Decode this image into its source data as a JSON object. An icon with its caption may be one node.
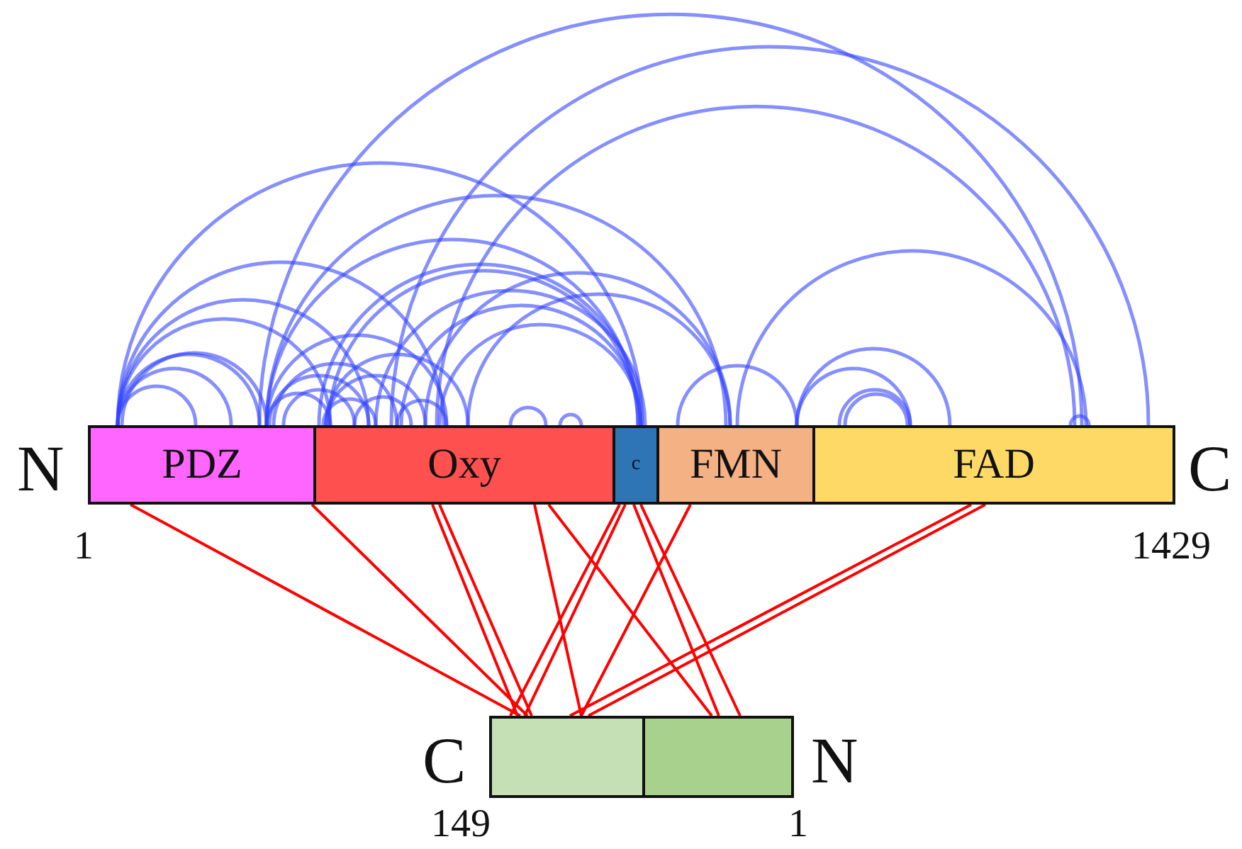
{
  "diagram": {
    "nodes": [
      {
        "text": [
          "PDZ"
        ]
      },
      {
        "text": [
          "Oxy"
        ]
      },
      {
        "text": [
          "c"
        ]
      },
      {
        "text": [
          "FMN"
        ]
      },
      {
        "text": [
          "FAD"
        ]
      },
      {
        "text": [],
        "shape": "box"
      },
      {
        "text": [],
        "shape": "box"
      }
    ],
    "edges": [
      {
        "from": 0,
        "to": 0,
        "arrow": "none"
      },
      {
        "from": 0,
        "to": 0,
        "arrow": "none"
      },
      {
        "from": 0,
        "to": 0,
        "arrow": "none"
      },
      {
        "from": 0,
        "to": 0,
        "arrow": "none"
      },
      {
        "from": 0,
        "to": 1,
        "arrow": "none"
      },
      {
        "from": 0,
        "to": 1,
        "arrow": "none"
      },
      {
        "from": 0,
        "to": 1,
        "arrow": "none"
      },
      {
        "from": 0,
        "to": 1,
        "arrow": "none"
      },
      {
        "from": 0,
        "to": 1,
        "arrow": "none"
      },
      {
        "from": 0,
        "to": 1,
        "arrow": "none"
      },
      {
        "from": 0,
        "to": 1,
        "arrow": "none"
      },
      {
        "from": 0,
        "to": 1,
        "arrow": "none"
      },
      {
        "from": 0,
        "to": 2,
        "arrow": "none"
      },
      {
        "from": 0,
        "to": 2,
        "arrow": "none"
      },
      {
        "from": 0,
        "to": 3,
        "arrow": "none"
      },
      {
        "from": 0,
        "to": 4,
        "arrow": "none"
      },
      {
        "from": 1,
        "to": 1,
        "arrow": "none"
      },
      {
        "from": 1,
        "to": 1,
        "arrow": "none"
      },
      {
        "from": 1,
        "to": 1,
        "arrow": "none"
      },
      {
        "from": 1,
        "to": 1,
        "arrow": "none"
      },
      {
        "from": 1,
        "to": 1,
        "arrow": "none"
      },
      {
        "from": 1,
        "to": 1,
        "arrow": "none"
      },
      {
        "from": 1,
        "to": 1,
        "arrow": "none"
      },
      {
        "from": 1,
        "to": 2,
        "arrow": "none"
      },
      {
        "from": 1,
        "to": 2,
        "arrow": "none"
      },
      {
        "from": 1,
        "to": 2,
        "arrow": "none"
      },
      {
        "from": 1,
        "to": 2,
        "arrow": "none"
      },
      {
        "from": 1,
        "to": 2,
        "arrow": "none"
      },
      {
        "from": 1,
        "to": 3,
        "arrow": "none"
      },
      {
        "from": 1,
        "to": 3,
        "arrow": "none"
      },
      {
        "from": 1,
        "to": 4,
        "arrow": "none"
      },
      {
        "from": 1,
        "to": 4,
        "arrow": "none"
      },
      {
        "from": 3,
        "to": 3,
        "arrow": "none"
      },
      {
        "from": 3,
        "to": 4,
        "arrow": "none"
      },
      {
        "from": 3,
        "to": 4,
        "arrow": "none"
      },
      {
        "from": 3,
        "to": 4,
        "arrow": "none"
      },
      {
        "from": 4,
        "to": 4,
        "arrow": "none"
      },
      {
        "from": 4,
        "to": 4,
        "arrow": "none"
      },
      {
        "from": 4,
        "to": 4,
        "arrow": "none"
      },
      {
        "from": 0,
        "to": 5,
        "arrow": "none",
        "color": "#ff0000"
      },
      {
        "from": 1,
        "to": 5,
        "arrow": "none",
        "color": "#ff0000"
      },
      {
        "from": 1,
        "to": 5,
        "arrow": "none",
        "color": "#ff0000"
      },
      {
        "from": 1,
        "to": 5,
        "arrow": "none",
        "color": "#ff0000"
      },
      {
        "from": 1,
        "to": 5,
        "arrow": "none",
        "color": "#ff0000"
      },
      {
        "from": 1,
        "to": 6,
        "arrow": "none",
        "color": "#ff0000"
      },
      {
        "from": 2,
        "to": 5,
        "arrow": "none",
        "color": "#ff0000"
      },
      {
        "from": 2,
        "to": 5,
        "arrow": "none",
        "color": "#ff0000"
      },
      {
        "from": 2,
        "to": 6,
        "arrow": "none",
        "color": "#ff0000"
      },
      {
        "from": 2,
        "to": 6,
        "arrow": "none",
        "color": "#ff0000"
      },
      {
        "from": 3,
        "to": 5,
        "arrow": "none",
        "color": "#ff0000"
      },
      {
        "from": 4,
        "to": 5,
        "arrow": "none",
        "color": "#ff0000"
      },
      {
        "from": 4,
        "to": 5,
        "arrow": "none",
        "color": "#ff0000"
      }
    ],
    "labels": [
      "N",
      "C",
      "1",
      "1429",
      "C",
      "N",
      "149",
      "1"
    ]
  }
}
